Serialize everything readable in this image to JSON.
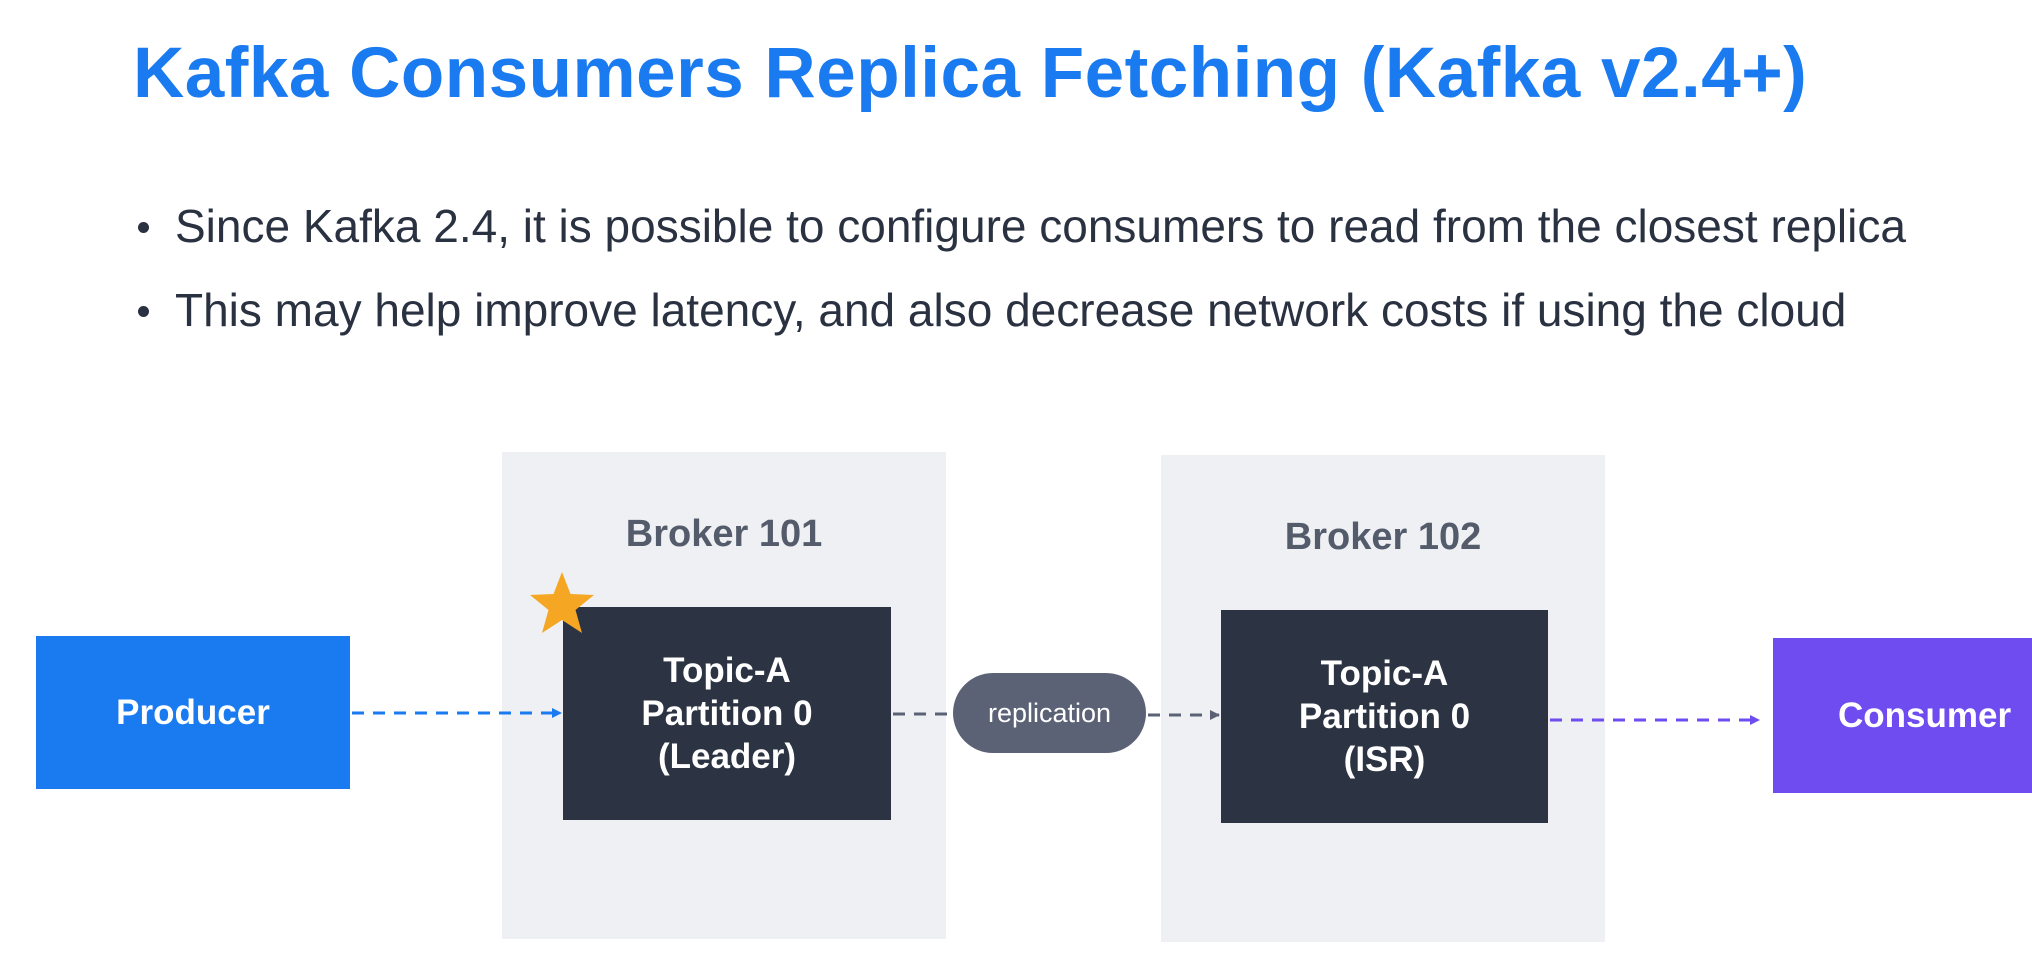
{
  "slide": {
    "title": "Kafka Consumers Replica Fetching (Kafka v2.4+)",
    "bullets": [
      "Since Kafka 2.4, it is possible to configure consumers to read from the closest replica",
      "This may help improve latency, and also decrease network costs if using the cloud"
    ]
  },
  "diagram": {
    "producer": {
      "label": "Producer"
    },
    "brokers": [
      {
        "title": "Broker 101",
        "partition": {
          "line1": "Topic-A",
          "line2": "Partition 0",
          "line3": "(Leader)"
        },
        "leader_marker": "star-icon"
      },
      {
        "title": "Broker 102",
        "partition": {
          "line1": "Topic-A",
          "line2": "Partition 0",
          "line3": "(ISR)"
        }
      }
    ],
    "replication_label": "replication",
    "consumer": {
      "label": "Consumer"
    }
  },
  "colors": {
    "title": "#1a7af0",
    "producer": "#1a7af0",
    "consumer": "#6e4cf0",
    "partition_box": "#2c3342",
    "broker_bg": "#eef0f3",
    "replication_pill": "#5b6275",
    "arrow_producer": "#1a7af0",
    "arrow_replication": "#5b6275",
    "arrow_consumer": "#6e4cf0",
    "star": "#f5a623"
  }
}
